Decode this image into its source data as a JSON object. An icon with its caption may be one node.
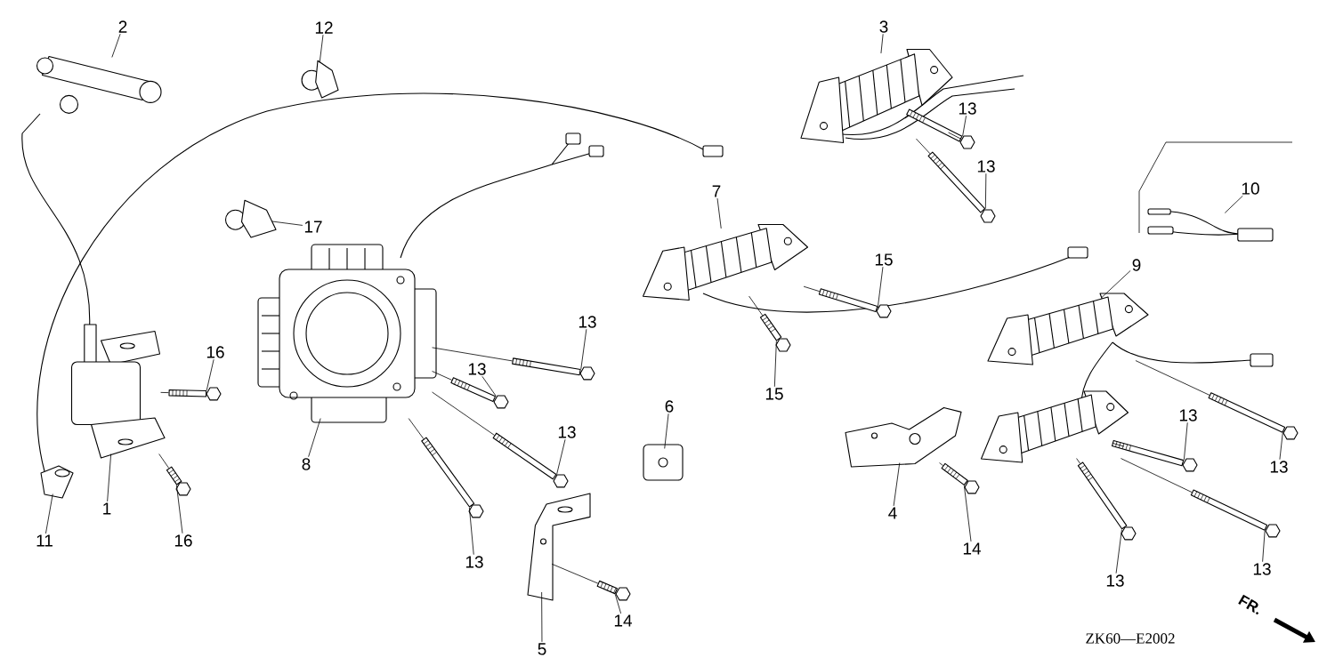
{
  "diagram": {
    "nodes": [
      {
        "text": [
          "2"
        ]
      },
      {
        "text": [
          "12"
        ]
      },
      {
        "text": [
          "3"
        ]
      },
      {
        "text": [
          "13"
        ]
      },
      {
        "text": [
          "13"
        ]
      },
      {
        "text": [
          "10"
        ]
      },
      {
        "text": [
          "7"
        ]
      },
      {
        "text": [
          "17"
        ]
      },
      {
        "text": [
          "15"
        ]
      },
      {
        "text": [
          "9"
        ]
      },
      {
        "text": [
          "13"
        ]
      },
      {
        "text": [
          "16"
        ]
      },
      {
        "text": [
          "13"
        ]
      },
      {
        "text": [
          "15"
        ]
      },
      {
        "text": [
          "6"
        ]
      },
      {
        "text": [
          "13"
        ]
      },
      {
        "text": [
          "13"
        ]
      },
      {
        "text": [
          "8"
        ]
      },
      {
        "text": [
          "13"
        ]
      },
      {
        "text": [
          "1"
        ]
      },
      {
        "text": [
          "4"
        ]
      },
      {
        "text": [
          "11"
        ]
      },
      {
        "text": [
          "16"
        ]
      },
      {
        "text": [
          "14"
        ]
      },
      {
        "text": [
          "13"
        ]
      },
      {
        "text": [
          "13"
        ]
      },
      {
        "text": [
          "13"
        ]
      },
      {
        "text": [
          "14"
        ]
      },
      {
        "text": [
          "5"
        ]
      },
      {
        "text": [],
        "shape": "picture"
      },
      {
        "text": [],
        "shape": "picture"
      },
      {
        "text": [],
        "shape": "picture"
      },
      {
        "text": [],
        "shape": "picture"
      },
      {
        "text": [],
        "shape": "picture"
      },
      {
        "text": [],
        "shape": "picture"
      },
      {
        "text": [],
        "shape": "picture"
      },
      {
        "text": [],
        "shape": "picture"
      },
      {
        "text": [],
        "shape": "picture"
      },
      {
        "text": [],
        "shape": "picture"
      },
      {
        "text": [],
        "shape": "picture"
      },
      {
        "text": [],
        "shape": "picture"
      },
      {
        "text": [],
        "shape": "picture"
      },
      {
        "text": [],
        "shape": "picture"
      },
      {
        "text": [],
        "shape": "picture"
      },
      {
        "text": [],
        "shape": "picture"
      },
      {
        "text": [],
        "shape": "picture"
      },
      {
        "text": [],
        "shape": "picture"
      },
      {
        "text": [],
        "shape": "picture"
      },
      {
        "text": [],
        "shape": "picture"
      },
      {
        "text": [],
        "shape": "picture"
      },
      {
        "text": [],
        "shape": "picture"
      },
      {
        "text": [],
        "shape": "picture"
      },
      {
        "text": [],
        "shape": "picture"
      },
      {
        "text": [],
        "shape": "picture"
      },
      {
        "text": [],
        "shape": "picture"
      },
      {
        "text": [],
        "shape": "picture"
      },
      {
        "text": [],
        "shape": "picture"
      },
      {
        "text": [],
        "shape": "picture"
      },
      {
        "text": [],
        "shape": "picture"
      }
    ],
    "edges": [
      {
        "from": 0,
        "to": 29,
        "arrow": "none"
      },
      {
        "from": 1,
        "to": 30,
        "arrow": "none"
      },
      {
        "from": 2,
        "to": 31,
        "arrow": "none"
      },
      {
        "from": 3,
        "to": 32,
        "arrow": "none"
      },
      {
        "from": 4,
        "to": 33,
        "arrow": "none"
      },
      {
        "from": 5,
        "to": 34,
        "arrow": "none"
      },
      {
        "from": 6,
        "to": 35,
        "arrow": "none"
      },
      {
        "from": 7,
        "to": 36,
        "arrow": "none"
      },
      {
        "from": 8,
        "to": 37,
        "arrow": "none"
      },
      {
        "from": 9,
        "to": 38,
        "arrow": "none"
      },
      {
        "from": 10,
        "to": 39,
        "arrow": "none"
      },
      {
        "from": 11,
        "to": 40,
        "arrow": "none"
      },
      {
        "from": 12,
        "to": 41,
        "arrow": "none"
      },
      {
        "from": 13,
        "to": 42,
        "arrow": "none"
      },
      {
        "from": 14,
        "to": 43,
        "arrow": "none"
      },
      {
        "from": 15,
        "to": 44,
        "arrow": "none"
      },
      {
        "from": 16,
        "to": 45,
        "arrow": "none"
      },
      {
        "from": 17,
        "to": 46,
        "arrow": "none"
      },
      {
        "from": 18,
        "to": 47,
        "arrow": "none"
      },
      {
        "from": 19,
        "to": 48,
        "arrow": "none"
      },
      {
        "from": 20,
        "to": 49,
        "arrow": "none"
      },
      {
        "from": 21,
        "to": 50,
        "arrow": "none"
      },
      {
        "from": 22,
        "to": 51,
        "arrow": "none"
      },
      {
        "from": 23,
        "to": 52,
        "arrow": "none"
      },
      {
        "from": 24,
        "to": 53,
        "arrow": "none"
      },
      {
        "from": 25,
        "to": 54,
        "arrow": "none"
      },
      {
        "from": 26,
        "to": 55,
        "arrow": "none"
      },
      {
        "from": 27,
        "to": 56,
        "arrow": "none"
      },
      {
        "from": 28,
        "to": 57,
        "arrow": "none"
      },
      {
        "from": 32,
        "to": 31,
        "arrow": "none"
      },
      {
        "from": 33,
        "to": 31,
        "arrow": "none"
      },
      {
        "from": 37,
        "to": 35,
        "arrow": "none"
      },
      {
        "from": 42,
        "to": 35,
        "arrow": "none"
      },
      {
        "from": 39,
        "to": 46,
        "arrow": "none"
      },
      {
        "from": 41,
        "to": 46,
        "arrow": "none"
      },
      {
        "from": 45,
        "to": 46,
        "arrow": "none"
      },
      {
        "from": 53,
        "to": 46,
        "arrow": "none"
      },
      {
        "from": 40,
        "to": 48,
        "arrow": "none"
      },
      {
        "from": 51,
        "to": 48,
        "arrow": "none"
      },
      {
        "from": 52,
        "to": 49,
        "arrow": "none"
      },
      {
        "from": 56,
        "to": 57,
        "arrow": "none"
      },
      {
        "from": 47,
        "to": 38,
        "arrow": "none"
      },
      {
        "from": 44,
        "to": 58,
        "arrow": "none"
      },
      {
        "from": 54,
        "to": 58,
        "arrow": "none"
      },
      {
        "from": 55,
        "to": 58,
        "arrow": "none"
      }
    ],
    "labels": [
      "FR.",
      "ZK60—E2002"
    ]
  }
}
